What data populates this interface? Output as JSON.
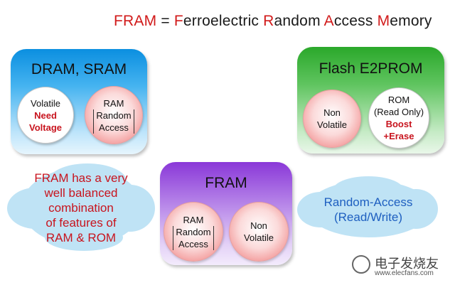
{
  "title": {
    "parts": [
      {
        "text": "FRAM",
        "color": "red"
      },
      {
        "text": " = ",
        "color": "black"
      },
      {
        "text": "F",
        "color": "red"
      },
      {
        "text": "erroelectric ",
        "color": "black"
      },
      {
        "text": "R",
        "color": "red"
      },
      {
        "text": "andom ",
        "color": "black"
      },
      {
        "text": "A",
        "color": "red"
      },
      {
        "text": "ccess ",
        "color": "black"
      },
      {
        "text": "M",
        "color": "red"
      },
      {
        "text": "emory",
        "color": "black"
      }
    ]
  },
  "dram_box": {
    "title": "DRAM, SRAM",
    "volatile_circle": {
      "line1": "Volatile",
      "line2": "Need",
      "line3": "Voltage"
    },
    "ram_circle": {
      "line1": "RAM",
      "line2": "Random",
      "line3": "Access"
    }
  },
  "flash_box": {
    "title": "Flash E2PROM",
    "nonvolatile_circle": {
      "line1": "Non",
      "line2": "Volatile"
    },
    "rom_circle": {
      "line1": "ROM",
      "line2": "(Read Only)",
      "line3": "Boost",
      "line4": "+Erase"
    }
  },
  "fram_box": {
    "title": "FRAM",
    "ram_circle": {
      "line1": "RAM",
      "line2": "Random",
      "line3": "Access"
    },
    "nonvolatile_circle": {
      "line1": "Non",
      "line2": "Volatile"
    }
  },
  "cloud_left": {
    "lines": [
      "FRAM has a very",
      "well balanced",
      "combination",
      "of features of",
      "RAM & ROM"
    ]
  },
  "cloud_right": {
    "lines": [
      "Random-Access",
      "(Read/Write)"
    ]
  },
  "watermark": {
    "cn": "电子发烧友",
    "url": "www.elecfans.com"
  },
  "colors": {
    "red": "#d11a1a",
    "dram_blue": "#0b8fe0",
    "flash_green": "#2aa82a",
    "fram_purple": "#8a38d8",
    "cloud": "#bfe3f5",
    "right_cloud_text": "#1e5fc0"
  }
}
